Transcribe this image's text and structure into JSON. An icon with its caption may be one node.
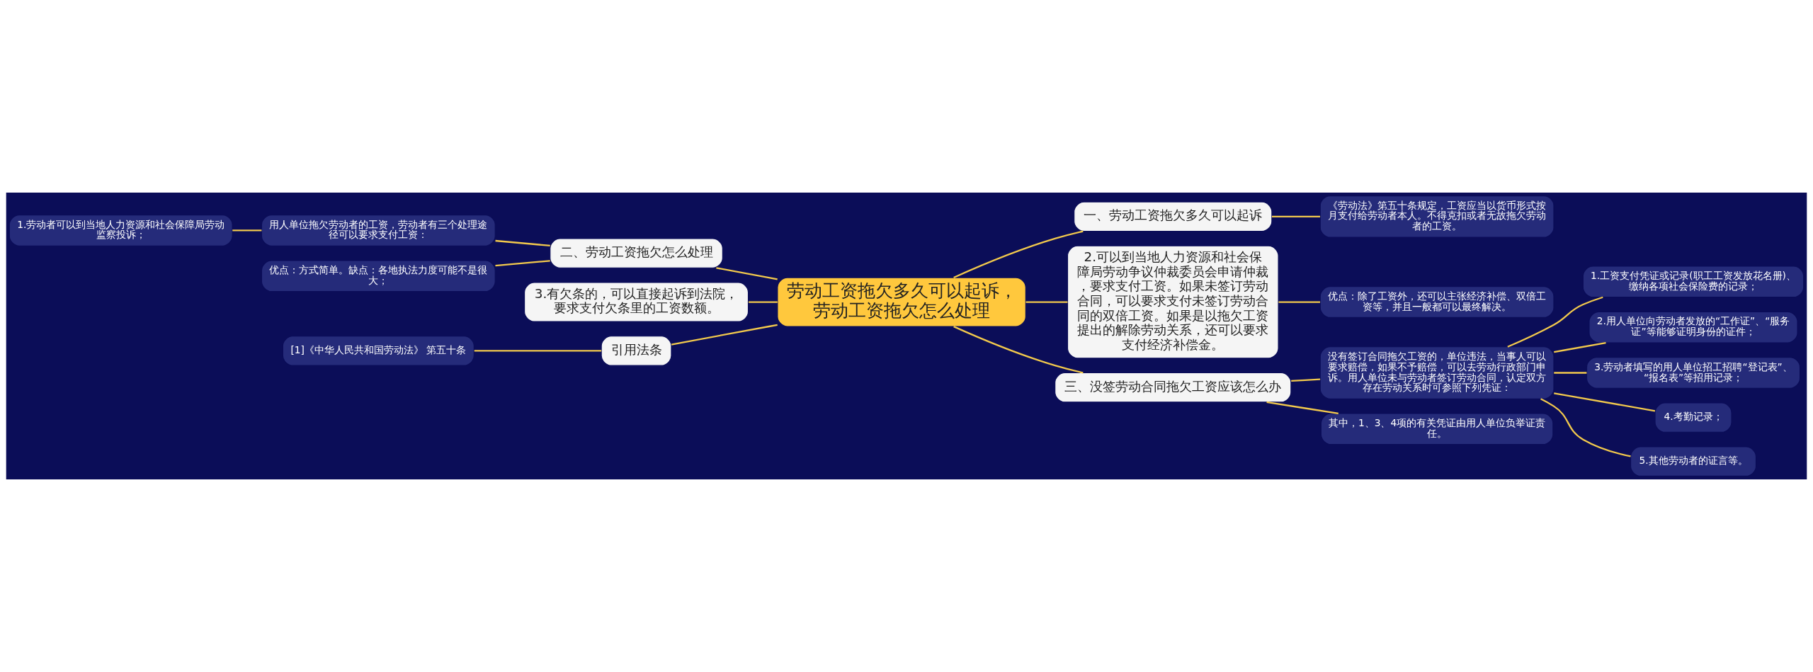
{
  "diagram": {
    "nodes": [
      {
        "text": [
          "劳动工资拖欠多久可以起诉，劳动工资拖欠怎么处理"
        ]
      },
      {
        "text": [
          "二、劳动工资拖欠怎么处理"
        ]
      },
      {
        "text": [
          "用人单位拖欠劳动者的工资，劳动者有三个处理途径可以要求支付工资："
        ]
      },
      {
        "text": [
          "1.劳动者可以到当地人力资源和社会保障局劳动监察投诉；"
        ]
      },
      {
        "text": [
          "优点：方式简单。缺点：各地执法力度可能不是很大；"
        ]
      },
      {
        "text": [
          "3.有欠条的，可以直接起诉到法院，要求支付欠条里的工资数额。"
        ]
      },
      {
        "text": [
          "引用法条"
        ]
      },
      {
        "text": [
          "[1]《中华人民共和国劳动法》 第五十条"
        ]
      },
      {
        "text": [
          "一、劳动工资拖欠多久可以起诉"
        ]
      },
      {
        "text": [
          "《劳动法》第五十条规定，工资应当以货币形式按月支付给劳动者本人。不得克扣或者无故拖欠劳动者的工资。"
        ]
      },
      {
        "text": [
          "2.可以到当地人力资源和社会保障局劳动争议仲裁委员会申请仲裁，要求支付工资。如果未签订劳动合同，可以要求支付未签订劳动合同的双倍工资。如果是以拖欠工资提出的解除劳动关系，还可以要求支付经济补偿金。"
        ]
      },
      {
        "text": [
          "优点：除了工资外，还可以主张经济补偿、双倍工资等，并且一般都可以最终解决。"
        ]
      },
      {
        "text": [
          "三、没签劳动合同拖欠工资应该怎么办"
        ]
      },
      {
        "text": [
          "没有签订合同拖欠工资的，单位违法，当事人可以要求赔偿，如果不予赔偿，可以去劳动行政部门申诉。用人单位未与劳动者签订劳动合同，认定双方存在劳动关系时可参照下列凭证："
        ]
      },
      {
        "text": [
          "1.工资支付凭证或记录(职工工资发放花名册)、缴纳各项社会保险费的记录；"
        ]
      },
      {
        "text": [
          "2.用人单位向劳动者发放的“工作证”、“服务证”等能够证明身份的证件；"
        ]
      },
      {
        "text": [
          "3.劳动者填写的用人单位招工招聘“登记表”、“报名表”等招用记录；"
        ]
      },
      {
        "text": [
          "4.考勤记录；"
        ]
      },
      {
        "text": [
          "5.其他劳动者的证言等。"
        ]
      },
      {
        "text": [
          "其中，1、3、4项的有关凭证由用人单位负举证责任。"
        ]
      }
    ],
    "edges": [
      {
        "from": 0,
        "to": 1,
        "arrow": "none"
      },
      {
        "from": 1,
        "to": 2,
        "arrow": "none"
      },
      {
        "from": 2,
        "to": 3,
        "arrow": "none"
      },
      {
        "from": 1,
        "to": 4,
        "arrow": "none"
      },
      {
        "from": 0,
        "to": 5,
        "arrow": "none"
      },
      {
        "from": 0,
        "to": 6,
        "arrow": "none"
      },
      {
        "from": 6,
        "to": 7,
        "arrow": "none"
      },
      {
        "from": 0,
        "to": 8,
        "arrow": "none"
      },
      {
        "from": 8,
        "to": 9,
        "arrow": "none"
      },
      {
        "from": 0,
        "to": 10,
        "arrow": "none"
      },
      {
        "from": 10,
        "to": 11,
        "arrow": "none"
      },
      {
        "from": 0,
        "to": 12,
        "arrow": "none"
      },
      {
        "from": 12,
        "to": 13,
        "arrow": "none"
      },
      {
        "from": 13,
        "to": 14,
        "arrow": "none"
      },
      {
        "from": 13,
        "to": 15,
        "arrow": "none"
      },
      {
        "from": 13,
        "to": 16,
        "arrow": "none"
      },
      {
        "from": 13,
        "to": 17,
        "arrow": "none"
      },
      {
        "from": 13,
        "to": 18,
        "arrow": "none"
      },
      {
        "from": 12,
        "to": 19,
        "arrow": "none"
      }
    ]
  }
}
